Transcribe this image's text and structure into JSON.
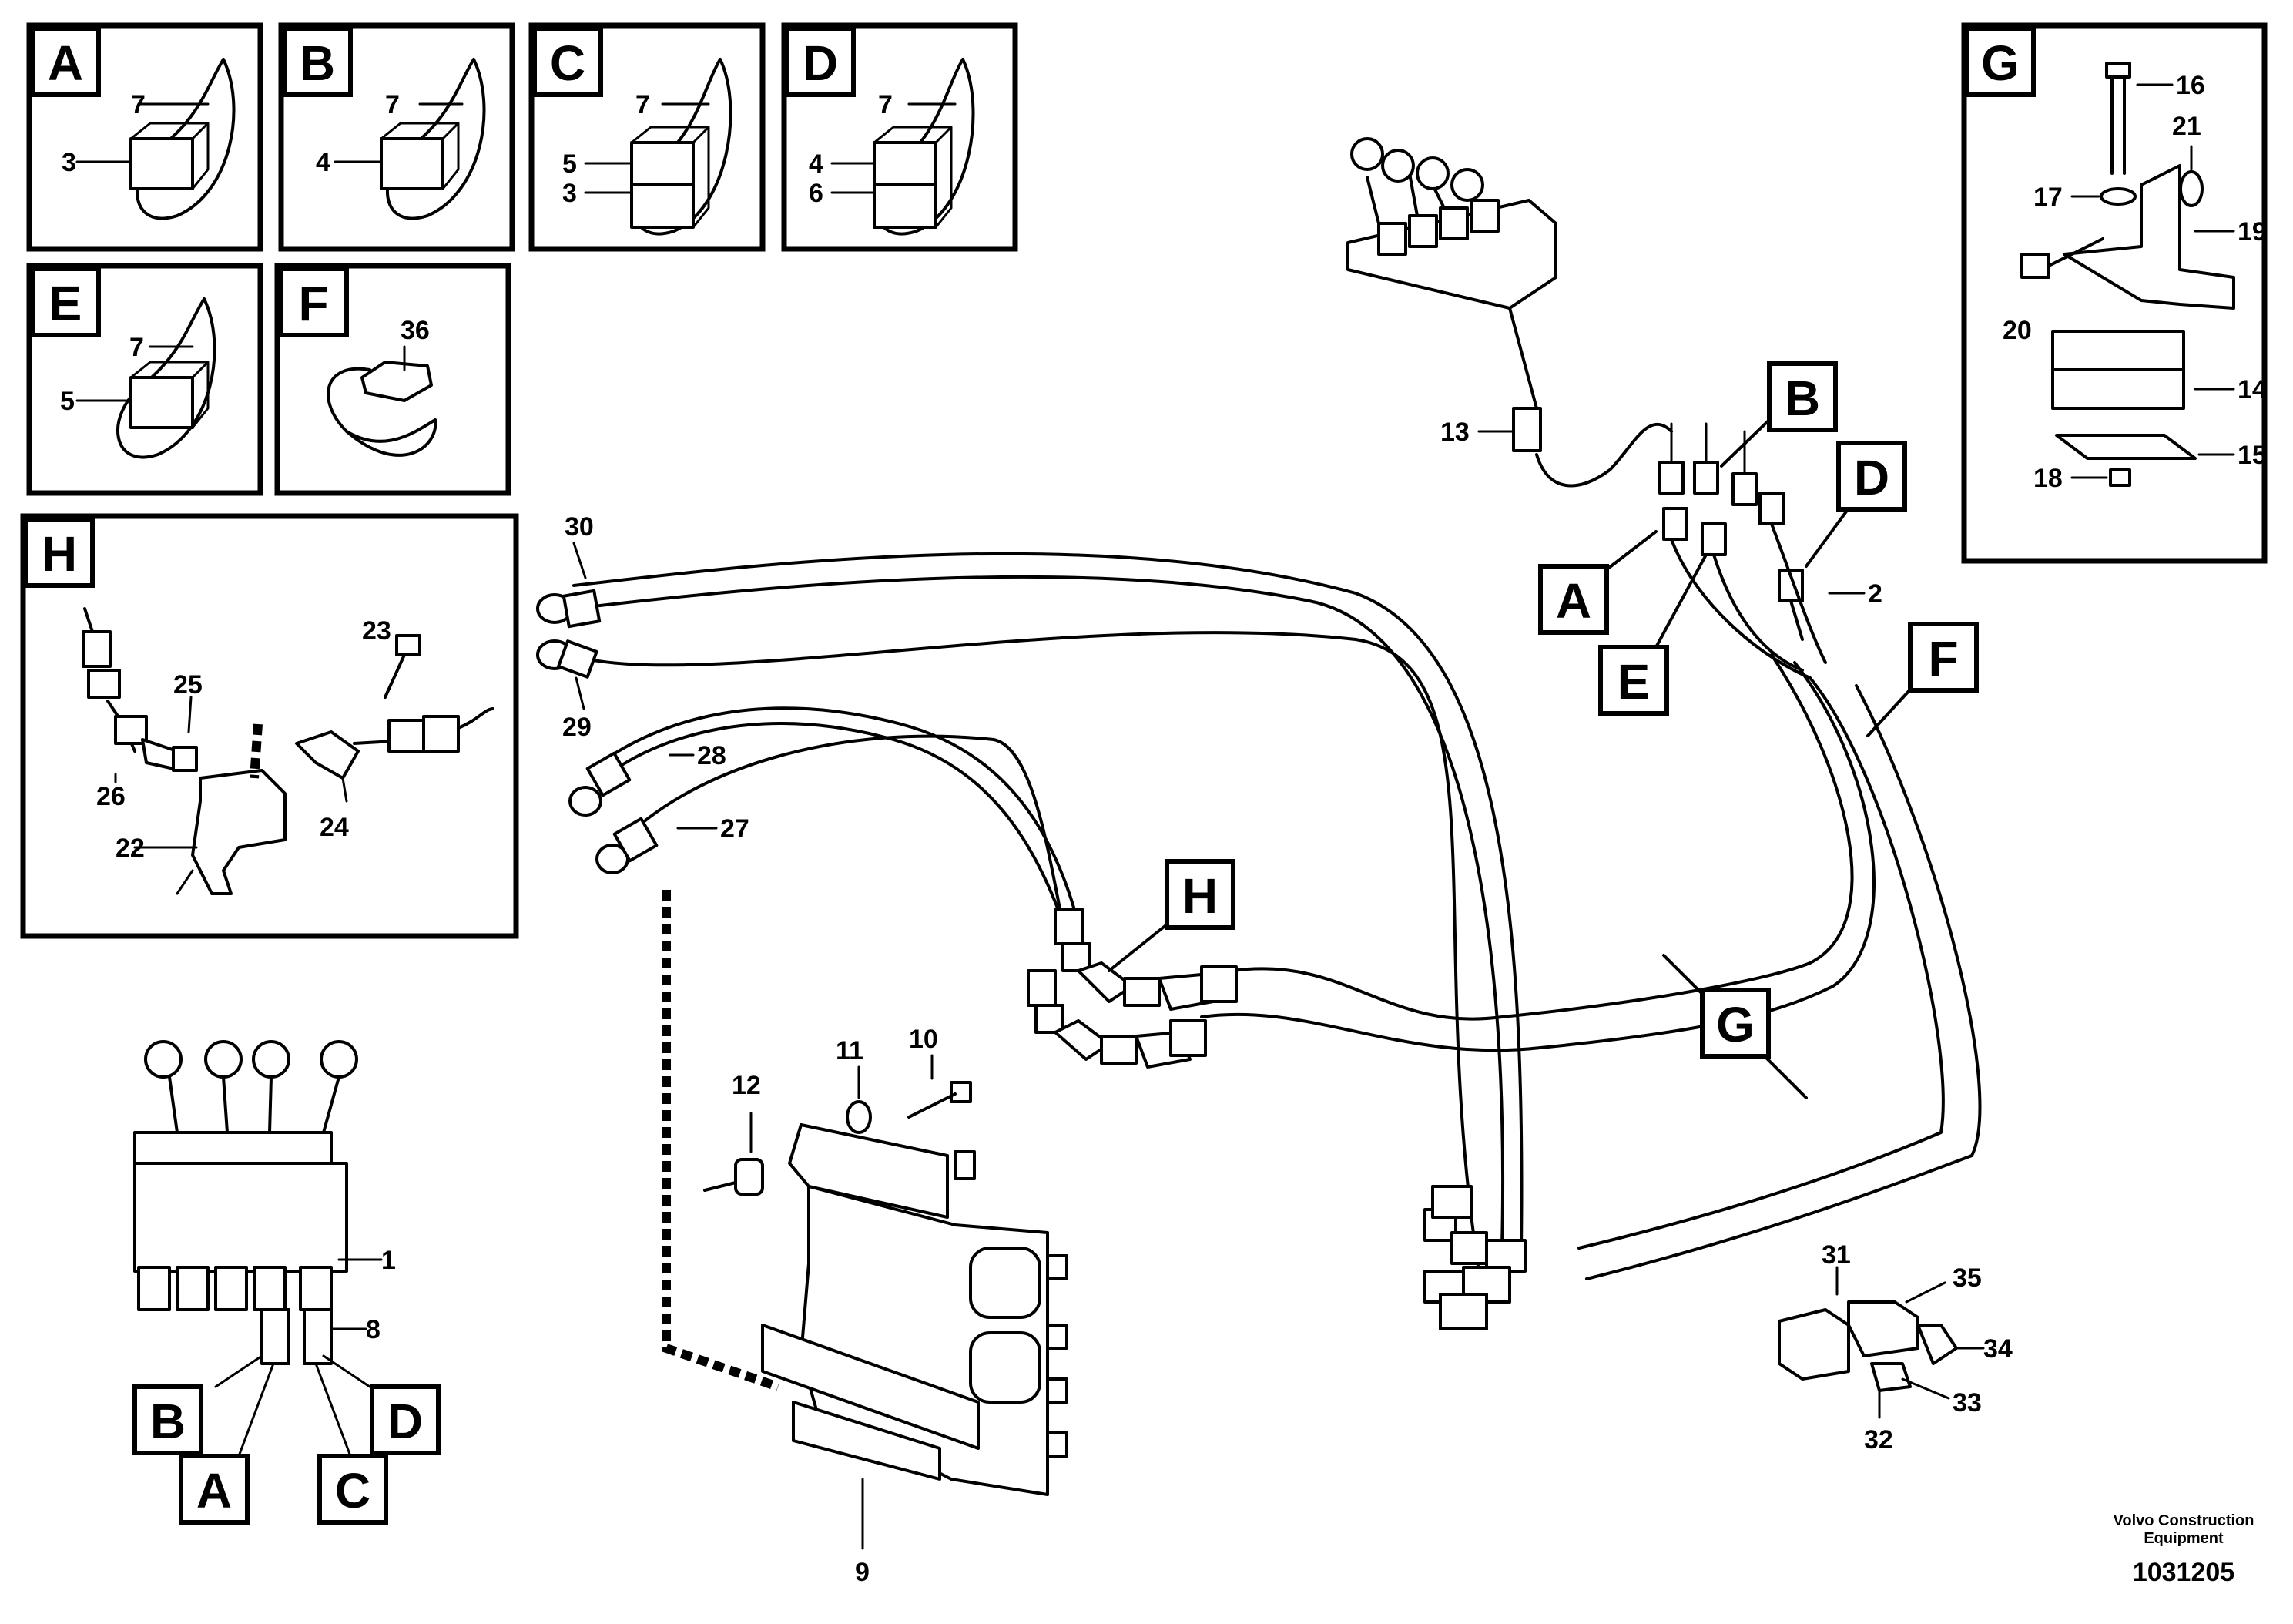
{
  "callouts": {
    "A": "A",
    "B": "B",
    "C": "C",
    "D": "D",
    "E": "E",
    "F": "F",
    "G": "G",
    "H": "H"
  },
  "parts": [
    "1",
    "2",
    "3",
    "4",
    "5",
    "6",
    "7",
    "8",
    "9",
    "10",
    "11",
    "12",
    "13",
    "14",
    "15",
    "16",
    "17",
    "18",
    "19",
    "20",
    "21",
    "22",
    "23",
    "24",
    "25",
    "26",
    "27",
    "28",
    "29",
    "30",
    "31",
    "32",
    "33",
    "34",
    "35",
    "36"
  ],
  "footer": {
    "brand_line1": "Volvo Construction",
    "brand_line2": "Equipment",
    "drawing_number": "1031205"
  }
}
